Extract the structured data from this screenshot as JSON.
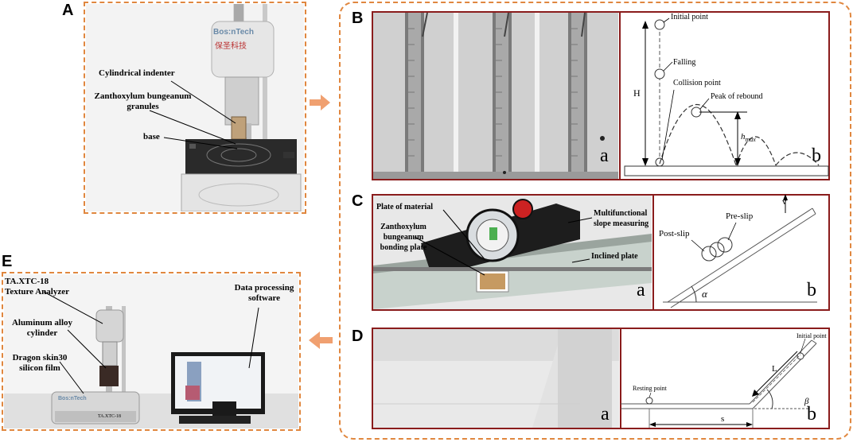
{
  "panels": {
    "A": {
      "letter": "A",
      "brand": "Bos:nTech",
      "brand_cn": "保圣科技",
      "labels": {
        "indenter": "Cylindrical indenter",
        "granules": "Zanthoxylum bungeanum granules",
        "base": "base"
      }
    },
    "B": {
      "letter": "B",
      "sub_a": "a",
      "sub_b": "b",
      "diagram": {
        "initial": "Initial point",
        "falling": "Falling",
        "collision": "Collision point",
        "peak": "Peak of rebound",
        "H": "H",
        "hmax": "h",
        "hmax_sub": "max"
      }
    },
    "C": {
      "letter": "C",
      "sub_a": "a",
      "sub_b": "b",
      "labels": {
        "plate_material": "Plate of material",
        "bonding": "Zanthoxylum bungeanum bonding plate",
        "slope": "Multifunctional slope measuring",
        "inclined": "Inclined plate"
      },
      "diagram": {
        "preslip": "Pre-slip",
        "postslip": "Post-slip",
        "alpha": "α",
        "v": "v"
      }
    },
    "D": {
      "letter": "D",
      "sub_a": "a",
      "sub_b": "b",
      "diagram": {
        "initial": "Initial point",
        "resting": "Resting point",
        "L": "L",
        "s": "s",
        "beta": "β"
      }
    },
    "E": {
      "letter": "E",
      "brand": "Bos:nTech",
      "model": "TA.XTC-18",
      "labels": {
        "analyzer": "TA.XTC-18 Texture Analyzer",
        "cylinder": "Aluminum alloy cylinder",
        "film": "Dragon skin30 silicon film",
        "software": "Data processing software"
      }
    }
  },
  "colors": {
    "dashed": "#e0873f",
    "frame": "#8a1c1c",
    "arrow": "#f0a070"
  }
}
